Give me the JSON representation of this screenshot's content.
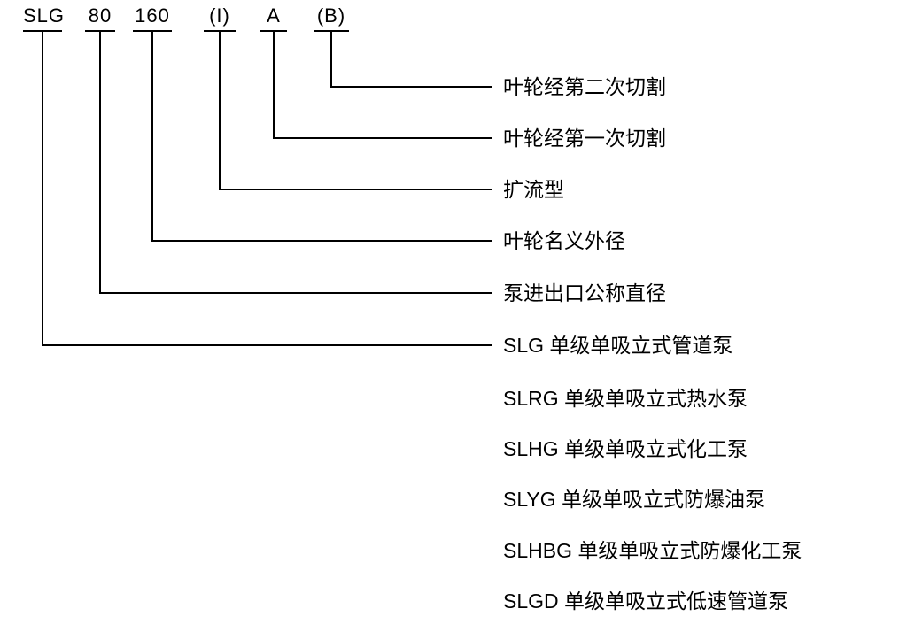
{
  "diagram": {
    "title": "pump model designation diagram",
    "segments": [
      {
        "code": "SLG",
        "label": "SLG 单级单吸立式管道泵"
      },
      {
        "code": "80",
        "label": "泵进出口公称直径"
      },
      {
        "code": "160",
        "label": "叶轮名义外径"
      },
      {
        "code": "(I)",
        "label": "扩流型"
      },
      {
        "code": "A",
        "label": "叶轮经第一次切割"
      },
      {
        "code": "(B)",
        "label": "叶轮经第二次切割"
      }
    ],
    "variants": [
      "SLRG 单级单吸立式热水泵",
      "SLHG 单级单吸立式化工泵",
      "SLYG 单级单吸立式防爆油泵",
      "SLHBG 单级单吸立式防爆化工泵",
      "SLGD 单级单吸立式低速管道泵"
    ],
    "line_color": "#000000"
  }
}
